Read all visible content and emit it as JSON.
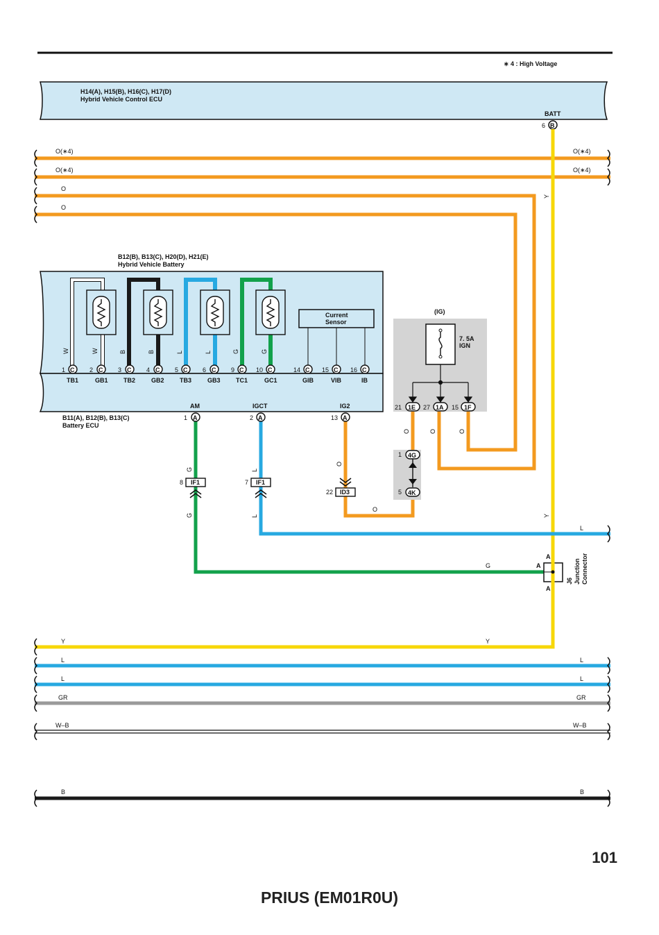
{
  "note": "∗ 4 : High Voltage",
  "hv_ecu": {
    "codes": "H14(A), H15(B), H16(C), H17(D)",
    "name": "Hybrid Vehicle Control ECU",
    "batt_label": "BATT",
    "batt_pin": "6",
    "batt_conn": "B"
  },
  "battery": {
    "codes": "B12(B), B13(C), H20(D), H21(E)",
    "name": "Hybrid Vehicle Battery"
  },
  "battery_ecu": {
    "codes": "B11(A), B12(B), B13(C)",
    "name": "Battery ECU"
  },
  "current_sensor": {
    "line1": "Current",
    "line2": "Sensor"
  },
  "fuse": {
    "group": "(IG)",
    "rating": "7. 5A",
    "name": "IGN"
  },
  "pins_top": [
    {
      "num": "1",
      "conn": "C",
      "name": "TB1",
      "wire": "W"
    },
    {
      "num": "2",
      "conn": "C",
      "name": "GB1",
      "wire": "W"
    },
    {
      "num": "3",
      "conn": "C",
      "name": "TB2",
      "wire": "B"
    },
    {
      "num": "4",
      "conn": "C",
      "name": "GB2",
      "wire": "B"
    },
    {
      "num": "5",
      "conn": "C",
      "name": "TB3",
      "wire": "L"
    },
    {
      "num": "6",
      "conn": "C",
      "name": "GB3",
      "wire": "L"
    },
    {
      "num": "9",
      "conn": "C",
      "name": "TC1",
      "wire": "G"
    },
    {
      "num": "10",
      "conn": "C",
      "name": "GC1",
      "wire": "G"
    },
    {
      "num": "14",
      "conn": "C",
      "name": "GIB",
      "wire": ""
    },
    {
      "num": "15",
      "conn": "C",
      "name": "VIB",
      "wire": ""
    },
    {
      "num": "16",
      "conn": "C",
      "name": "IB",
      "wire": ""
    }
  ],
  "pins_bottom": [
    {
      "name": "AM",
      "num": "1",
      "conn": "A"
    },
    {
      "name": "IGCT",
      "num": "2",
      "conn": "A"
    },
    {
      "name": "IG2",
      "num": "13",
      "conn": "A"
    }
  ],
  "junction_pins": [
    {
      "num": "21",
      "conn": "1E"
    },
    {
      "num": "27",
      "conn": "1A"
    },
    {
      "num": "15",
      "conn": "1F"
    }
  ],
  "inline_connectors": [
    {
      "num": "8",
      "name": "IF1"
    },
    {
      "num": "7",
      "name": "IF1"
    },
    {
      "num": "22",
      "name": "ID3"
    }
  ],
  "jb_pins": [
    {
      "num": "1",
      "conn": "4G"
    },
    {
      "num": "5",
      "conn": "4K"
    }
  ],
  "junction_connector": {
    "name": "J6",
    "desc1": "Junction",
    "desc2": "Connector",
    "pin": "A"
  },
  "wire_labels": {
    "o4": "O(∗4)",
    "o": "O",
    "y": "Y",
    "l": "L",
    "g": "G",
    "gr": "GR",
    "wb": "W–B",
    "b": "B"
  },
  "colors": {
    "orange": "#f39a1f",
    "yellow": "#f7d708",
    "blue": "#27a9e1",
    "green": "#12a14b",
    "gray": "#9a9a9a",
    "black": "#1a1a1a",
    "panel": "#cfe8f4",
    "relay_box": "#d4d4d4"
  },
  "footer": {
    "page": "101",
    "model": "PRIUS (EM01R0U)"
  }
}
